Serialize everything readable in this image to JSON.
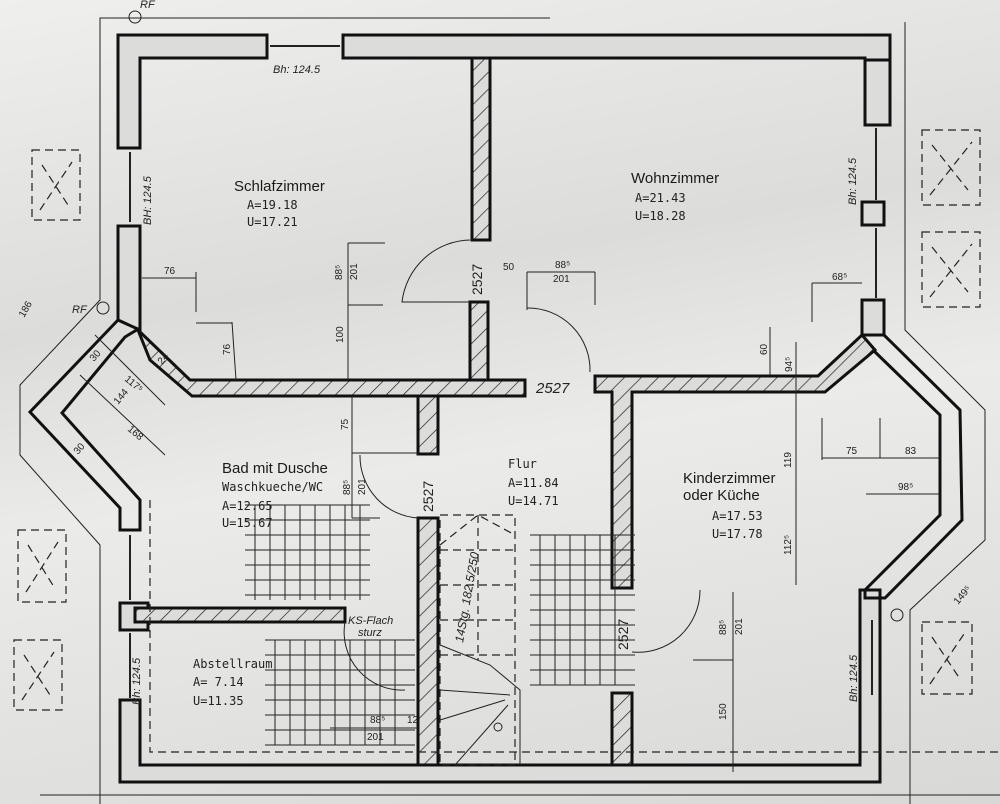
{
  "rooms": {
    "schlafzimmer": {
      "name": "Schlafzimmer",
      "area": "A=19.18",
      "perimeter": "U=17.21"
    },
    "wohnzimmer": {
      "name": "Wohnzimmer",
      "area": "A=21.43",
      "perimeter": "U=18.28"
    },
    "bad": {
      "name": "Bad mit Dusche",
      "subtitle": "Waschkueche/WC",
      "area": "A=12.65",
      "perimeter": "U=15.67"
    },
    "flur": {
      "name": "Flur",
      "area": "A=11.84",
      "perimeter": "U=14.71"
    },
    "kinderzimmer": {
      "name": "Kinderzimmer",
      "subtitle": "oder Küche",
      "area": "A=17.53",
      "perimeter": "U=17.78"
    },
    "abstellraum": {
      "name": "Abstellraum",
      "area": "A= 7.14",
      "perimeter": "U=11.35"
    }
  },
  "windows": {
    "top": "Bh: 124.5",
    "left_upper": "BH: 124.5",
    "left_lower": "Bh: 124.5",
    "right_upper": "Bh: 124.5",
    "right_lower": "Bh: 124.5"
  },
  "doors": {
    "schlaf": "2527",
    "wohn": "2527",
    "bad": "2527",
    "kinder": "2527"
  },
  "annotations": {
    "rf_top": "RF",
    "rf_left": "RF",
    "lintel_1": "KS-Flach",
    "lintel_2": "sturz",
    "stairs": "14Stg. 182.5/250"
  },
  "dimensions": {
    "d76a": "76",
    "d76b": "76",
    "d100": "100",
    "d885a": "88⁵",
    "d201a": "201",
    "d50": "50",
    "d885b": "88⁵",
    "d201b": "201",
    "d685": "68⁵",
    "d60": "60",
    "d945": "94⁵",
    "d119": "119",
    "d75r": "75",
    "d83": "83",
    "d985": "98⁵",
    "d1125": "112⁵",
    "d885c": "88⁵",
    "d201c": "201",
    "d150": "150",
    "d75l": "75",
    "d885d": "88⁵",
    "d201d": "201",
    "d885e": "88⁵",
    "d201e": "201",
    "d12": "12",
    "d186": "186",
    "d30a": "30",
    "d30b": "30",
    "d1175": "117⁵",
    "d144": "144",
    "d168": "168",
    "d24": "24",
    "d1495": "149⁵"
  }
}
